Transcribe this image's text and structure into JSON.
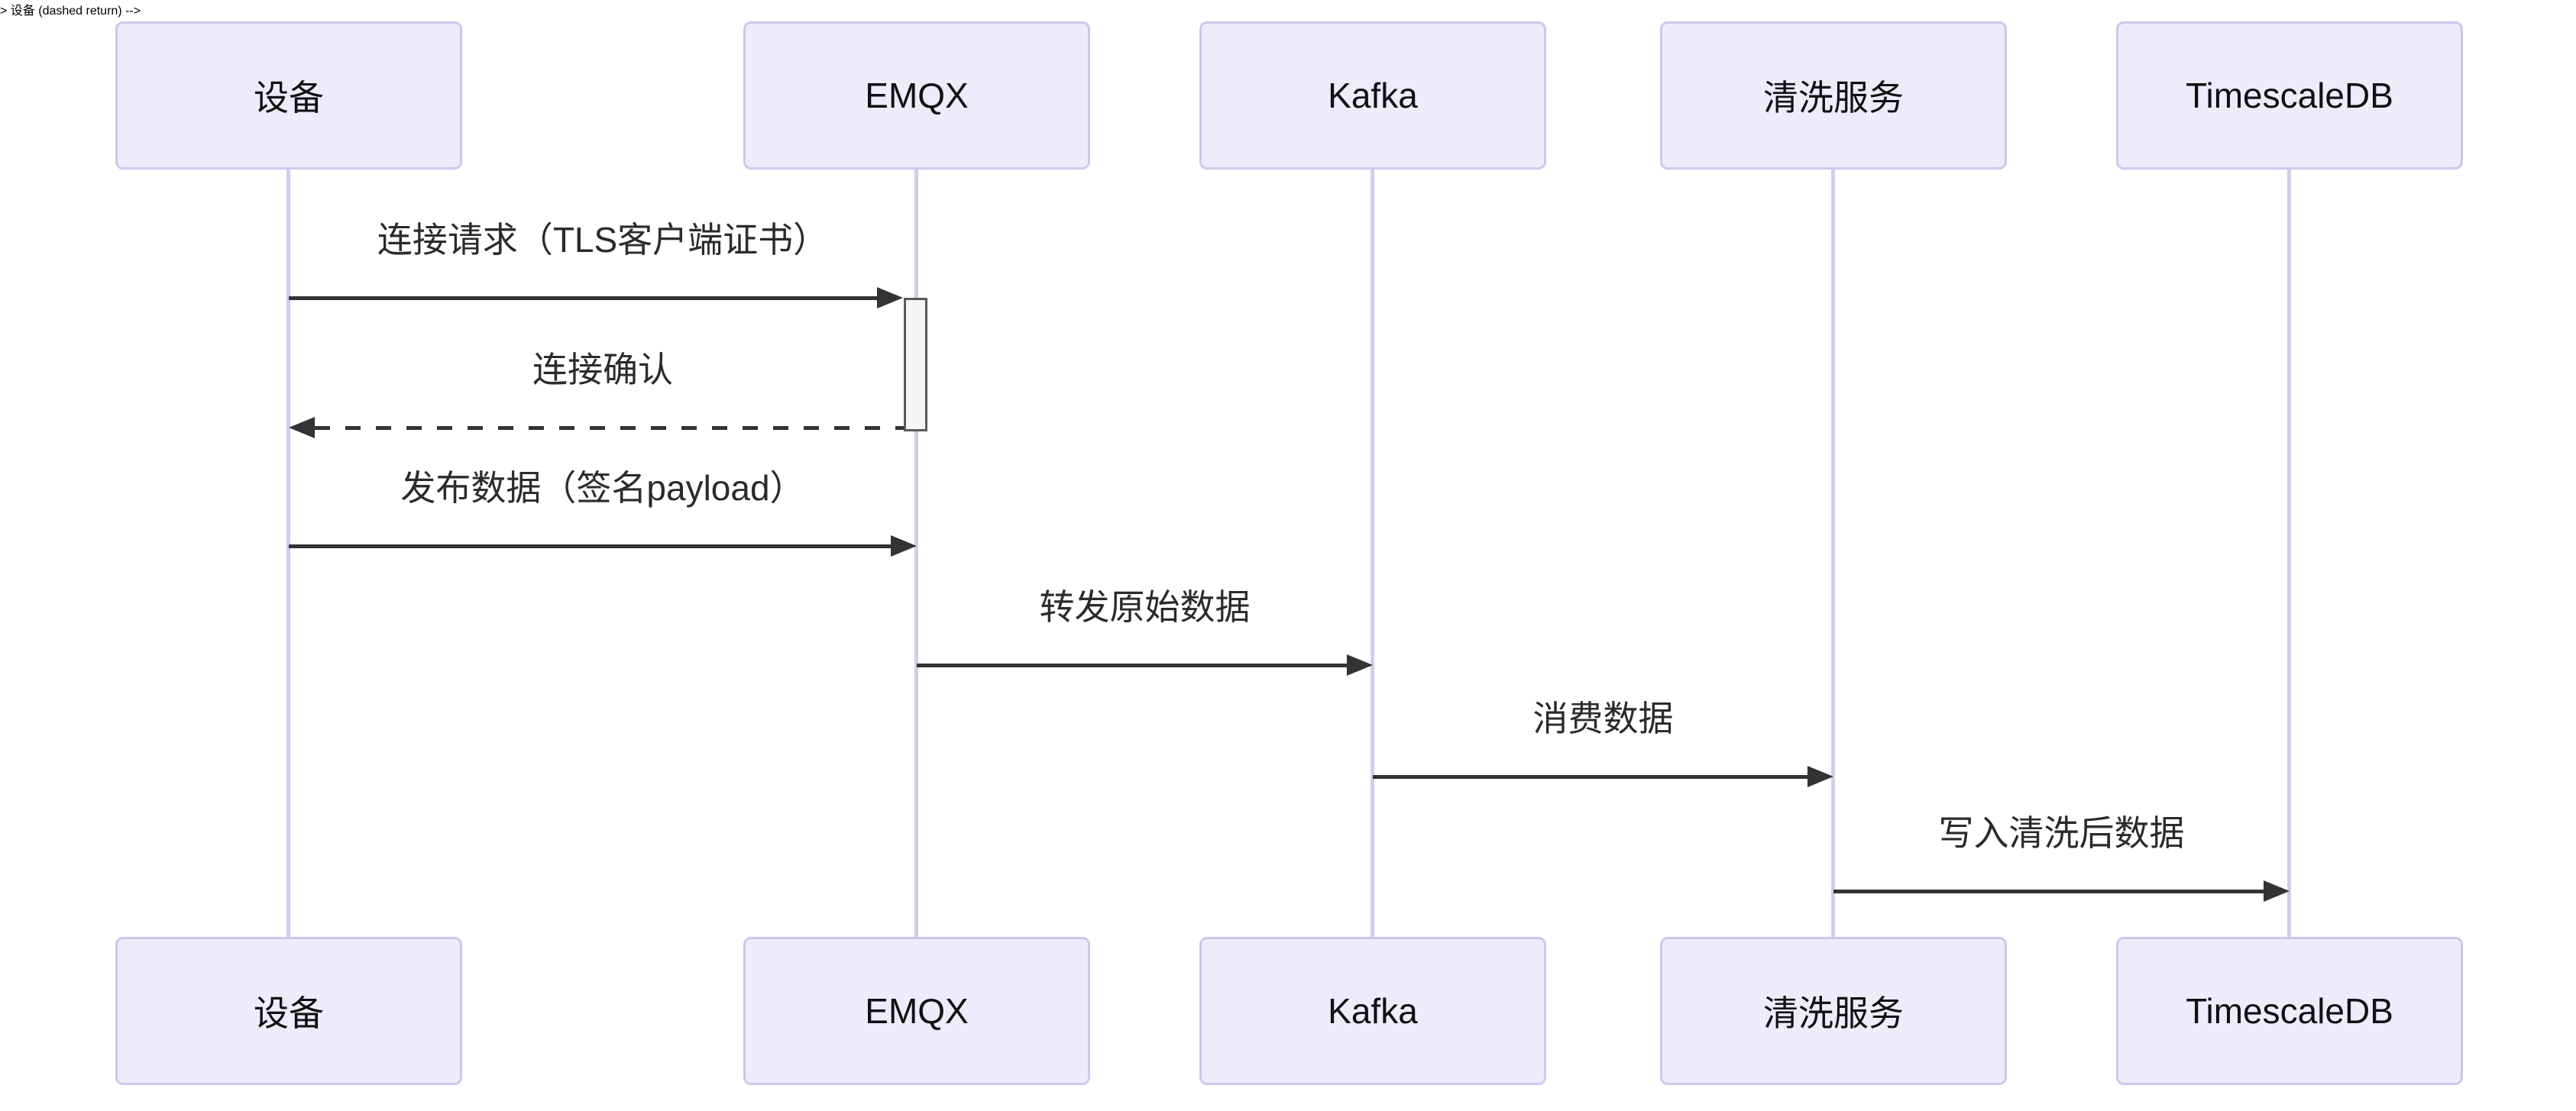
{
  "diagram": {
    "type": "sequence-diagram",
    "background_color": "#ffffff",
    "colors": {
      "actor_fill": "#ececfb",
      "actor_border": "#d0c6ec",
      "lifeline": "#d5cbef",
      "message_line": "#333333",
      "message_text": "#2b2b2b",
      "activation_fill": "#f5f5f5",
      "activation_border": "#595959"
    },
    "participants": [
      {
        "id": "device",
        "label": "设备"
      },
      {
        "id": "emqx",
        "label": "EMQX"
      },
      {
        "id": "kafka",
        "label": "Kafka"
      },
      {
        "id": "cleaning-service",
        "label": "清洗服务"
      },
      {
        "id": "timescaledb",
        "label": "TimescaleDB"
      }
    ],
    "messages": [
      {
        "from": "设备",
        "to": "EMQX",
        "text": "连接请求（TLS客户端证书）",
        "line_style": "solid",
        "arrow_direction": "right"
      },
      {
        "from": "EMQX",
        "to": "设备",
        "text": "连接确认",
        "line_style": "dashed",
        "arrow_direction": "left"
      },
      {
        "from": "设备",
        "to": "EMQX",
        "text": "发布数据（签名payload）",
        "line_style": "solid",
        "arrow_direction": "right"
      },
      {
        "from": "EMQX",
        "to": "Kafka",
        "text": "转发原始数据",
        "line_style": "solid",
        "arrow_direction": "right"
      },
      {
        "from": "Kafka",
        "to": "清洗服务",
        "text": "消费数据",
        "line_style": "solid",
        "arrow_direction": "right"
      },
      {
        "from": "清洗服务",
        "to": "TimescaleDB",
        "text": "写入清洗后数据",
        "line_style": "solid",
        "arrow_direction": "right"
      }
    ],
    "activations": [
      {
        "participant": "EMQX",
        "from_message": "连接请求（TLS客户端证书）",
        "to_message": "连接确认"
      }
    ]
  }
}
